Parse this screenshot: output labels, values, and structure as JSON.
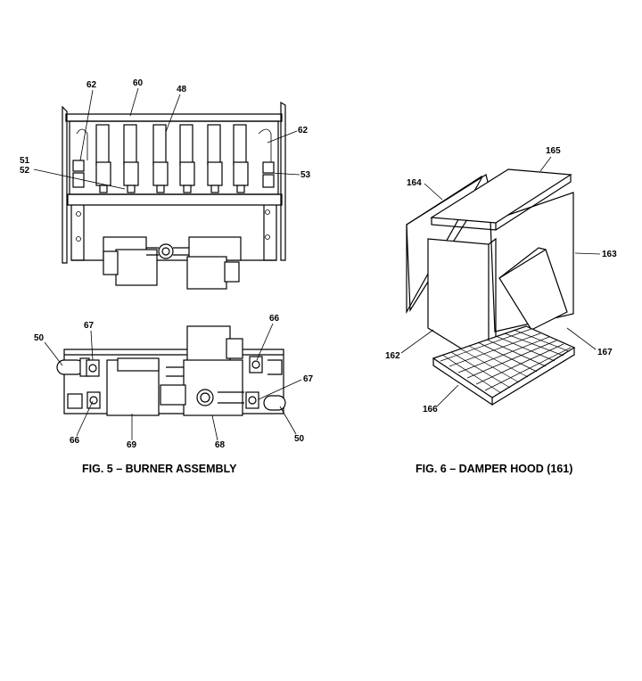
{
  "figures": [
    {
      "id": "fig5",
      "caption": "FIG. 5 – BURNER ASSEMBLY",
      "callouts": [
        "62",
        "60",
        "48",
        "62",
        "51",
        "52",
        "53",
        "50",
        "67",
        "66",
        "66",
        "69",
        "68",
        "67",
        "50"
      ]
    },
    {
      "id": "fig6",
      "caption": "FIG. 6 – DAMPER HOOD (161)",
      "callouts": [
        "165",
        "164",
        "163",
        "162",
        "167",
        "166"
      ]
    }
  ],
  "colors": {
    "ink": "#000000",
    "paper": "#ffffff"
  }
}
